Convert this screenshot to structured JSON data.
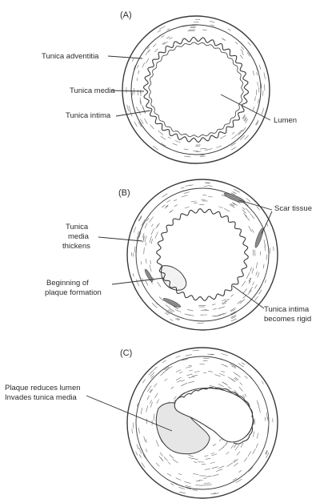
{
  "panels": [
    {
      "id": "A",
      "label": "(A)",
      "labels": {
        "adventitia": "Tunica adventitia",
        "media": "Tunica media",
        "intima": "Tunica intima",
        "lumen": "Lumen"
      }
    },
    {
      "id": "B",
      "label": "(B)",
      "labels": {
        "media_l1": "Tunica",
        "media_l2": "media",
        "media_l3": "thickens",
        "scar": "Scar tissue",
        "plaque_l1": "Beginning of",
        "plaque_l2": "plaque formation",
        "intima_l1": "Tunica intima",
        "intima_l2": "becomes rigid"
      }
    },
    {
      "id": "C",
      "label": "(C)",
      "labels": {
        "plaque_l1": "Plaque reduces lumen",
        "plaque_l2": "Invades tunica media"
      }
    }
  ],
  "colors": {
    "line": "#3a3a3a",
    "text": "#2b2b2b",
    "scar_fill": "#8a8a8a",
    "background": "#ffffff"
  }
}
